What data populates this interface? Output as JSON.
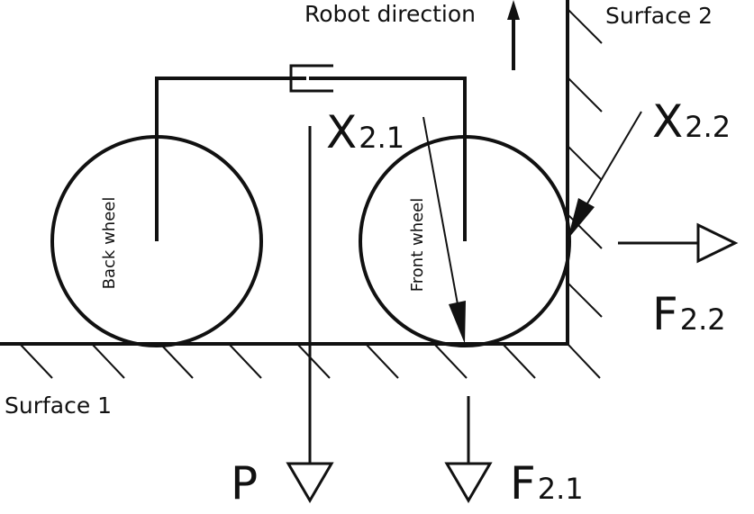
{
  "diagram": {
    "labels": {
      "robot_direction": "Robot direction",
      "surface_1": "Surface 1",
      "surface_2": "Surface 2",
      "back_wheel": "Back wheel",
      "front_wheel": "Front wheel"
    },
    "forces": {
      "x21": {
        "main": "X",
        "sub": "2.1"
      },
      "x22": {
        "main": "X",
        "sub": "2.2"
      },
      "f22": {
        "main": "F",
        "sub": "2.2"
      },
      "f21": {
        "main": "F",
        "sub": "2.1"
      },
      "p": {
        "main": "P"
      }
    },
    "colors": {
      "stroke": "#111111",
      "background": "#ffffff"
    }
  }
}
